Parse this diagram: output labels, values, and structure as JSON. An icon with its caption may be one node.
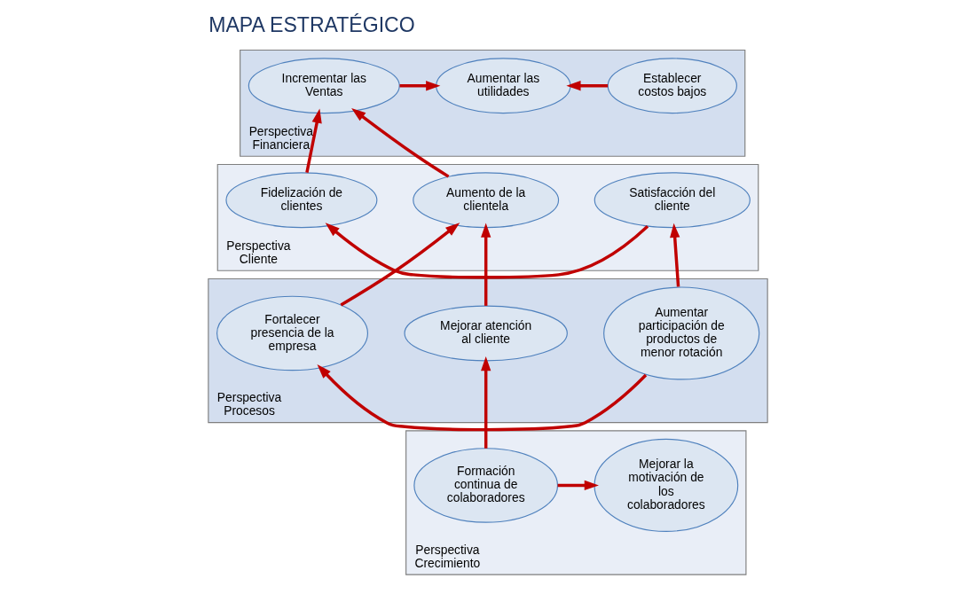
{
  "diagram": {
    "title": "MAPA ESTRATÉGICO",
    "nodes": [
      {
        "text": [
          "Perspectiva Financiera"
        ]
      },
      {
        "text": [
          "Incrementar las Ventas"
        ],
        "in": 0
      },
      {
        "text": [
          "Aumentar las utilidades"
        ],
        "in": 0
      },
      {
        "text": [
          "Establecer costos bajos"
        ],
        "in": 0
      },
      {
        "text": [
          "Perspectiva Cliente"
        ]
      },
      {
        "text": [
          "Aumento de la clientela"
        ],
        "in": 4
      },
      {
        "text": [
          "Fidelización de clientes"
        ],
        "in": 4
      },
      {
        "text": [
          "Satisfacción del cliente"
        ],
        "in": 4
      },
      {
        "text": [
          "Perspectiva Procesos"
        ]
      },
      {
        "text": [
          "Mejorar atención al cliente"
        ],
        "in": 8
      },
      {
        "text": [
          "Fortalecer presencia de la empresa"
        ],
        "in": 8
      },
      {
        "text": [
          "Aumentar participación de productos de menor rotación"
        ],
        "in": 8
      },
      {
        "text": [
          "Perspectiva Crecimiento"
        ]
      },
      {
        "text": [
          "Formación continua de colaboradores"
        ],
        "in": 12
      },
      {
        "text": [
          "Mejorar la motivación de los colaboradores"
        ],
        "in": 12
      }
    ],
    "edges": [
      {
        "from": 1,
        "to": 2,
        "arrow": "to"
      },
      {
        "from": 3,
        "to": 2,
        "arrow": "to"
      },
      {
        "from": 5,
        "to": 1,
        "arrow": "to"
      },
      {
        "from": 6,
        "to": 1,
        "arrow": "to"
      },
      {
        "from": 7,
        "to": 6,
        "arrow": "to"
      },
      {
        "from": 9,
        "to": 5,
        "arrow": "to"
      },
      {
        "from": 10,
        "to": 5,
        "arrow": "to"
      },
      {
        "from": 11,
        "to": 10,
        "arrow": "to"
      },
      {
        "from": 11,
        "to": 7,
        "arrow": "to"
      },
      {
        "from": 13,
        "to": 9,
        "arrow": "to"
      },
      {
        "from": 13,
        "to": 14,
        "arrow": "to"
      }
    ]
  }
}
